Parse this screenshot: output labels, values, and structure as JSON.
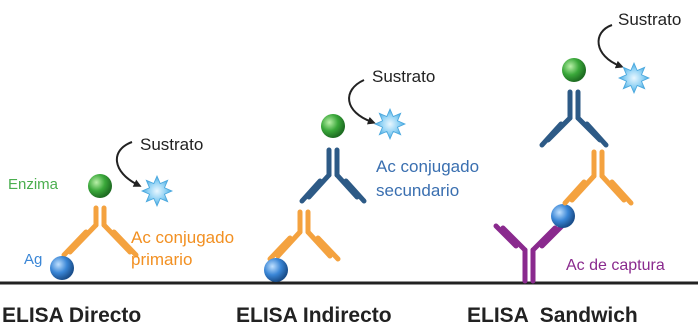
{
  "colors": {
    "enzyme_green": "#3aa83a",
    "antigen_blue": "#3a86d6",
    "primary_orange": "#f4a23f",
    "secondary_navy": "#2d5a86",
    "capture_purple": "#8a2a8e",
    "substrate_blue": "#6fc2ee",
    "enzima_label": "#4bae4f",
    "ac_conjugado_label": "#3a6fb0",
    "ac_captura_label": "#8a2a8e",
    "ac_primario_label": "#f29022",
    "ag_label": "#3a86d6",
    "baseline": "#222222"
  },
  "panels": {
    "direct": {
      "title": "ELISA Directo",
      "substrate_label": "Sustrato",
      "enzyme_label": "Enzima",
      "antibody_label_line1": "Ac conjugado",
      "antibody_label_line2": "primario",
      "antigen_label": "Ag"
    },
    "indirect": {
      "title": "ELISA Indirecto",
      "substrate_label": "Sustrato",
      "antibody_label_line1": "Ac conjugado",
      "antibody_label_line2": "secundario"
    },
    "sandwich": {
      "title": "ELISA  Sandwich",
      "substrate_label": "Sustrato",
      "capture_label": "Ac de captura"
    }
  }
}
